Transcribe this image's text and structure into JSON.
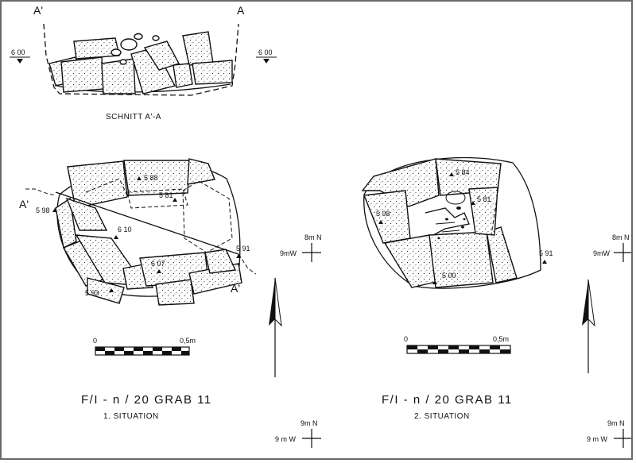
{
  "section": {
    "left_label": "A'",
    "right_label": "A",
    "elev_left": "6 00",
    "elev_right": "6 00",
    "caption": "SCHNITT A'-A"
  },
  "plan1": {
    "elevations": [
      "5 88",
      "5 81",
      "5 98",
      "6 10",
      "6 07",
      "5 91",
      "5 93"
    ],
    "section_label_left": "A'",
    "section_label_right": "A'",
    "scale": {
      "start": "0",
      "end": "0,5m"
    },
    "title": "F/I - n / 20   GRAB 11",
    "subtitle": "1. SITUATION"
  },
  "plan2": {
    "elevations": [
      "5 84",
      "5 81",
      "5 98",
      "5 00",
      "5 91"
    ],
    "scale": {
      "start": "0",
      "end": "0,5m"
    },
    "title": "F/I - n / 20   GRAB 11",
    "subtitle": "2. SITUATION"
  },
  "grid_refs": {
    "north": "8m N",
    "west": "9mW",
    "north_bottom": "9m N",
    "west_bottom": "9 m W"
  },
  "colors": {
    "ink": "#111111",
    "paper": "#ffffff",
    "frame": "#6a6a6a"
  }
}
